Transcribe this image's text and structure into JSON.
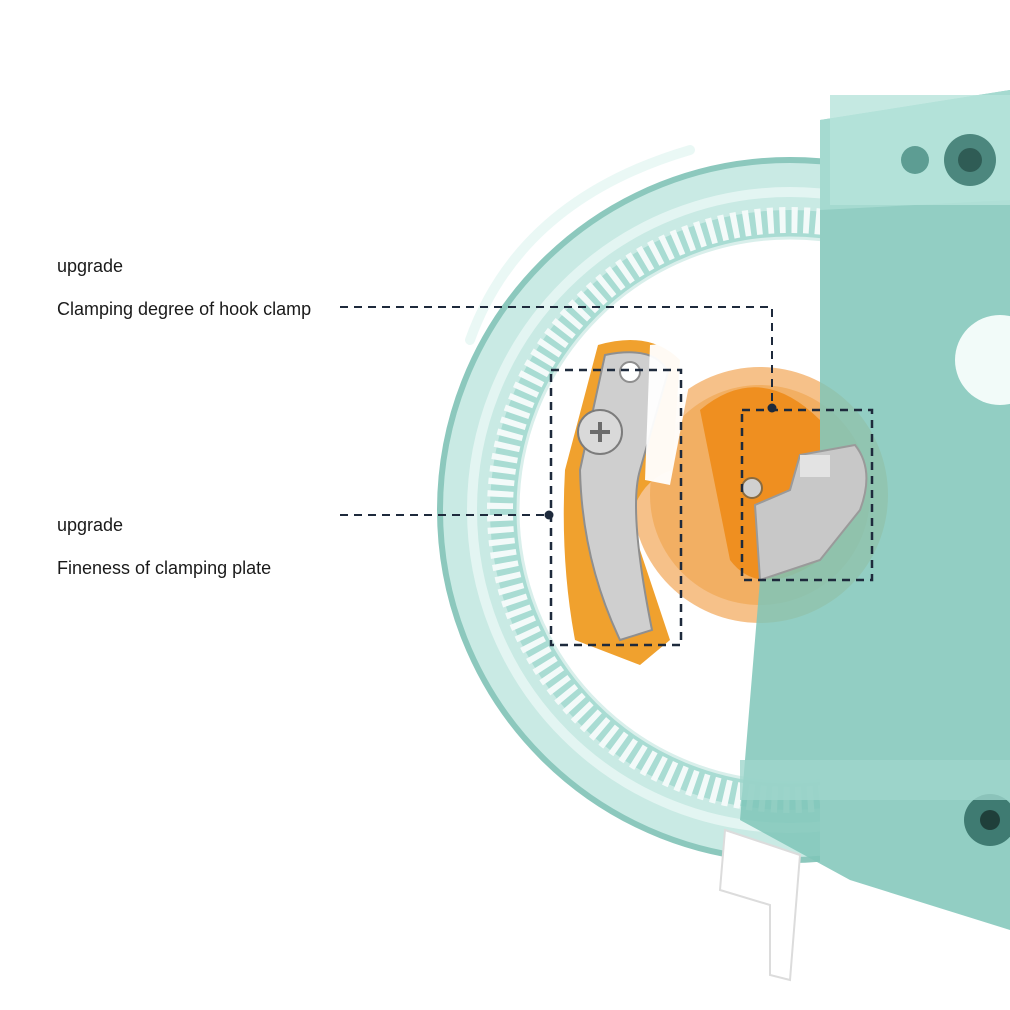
{
  "callouts": [
    {
      "tag": "upgrade",
      "label": "Clamping degree of hook clamp"
    },
    {
      "tag": "upgrade",
      "label": "Fineness of clamping plate"
    }
  ],
  "colors": {
    "housing": "#9fd6cc",
    "housing_dark": "#5e9d94",
    "orange": "#f0901c",
    "metal": "#c9c9c9",
    "dash": "#1e2a3c"
  }
}
